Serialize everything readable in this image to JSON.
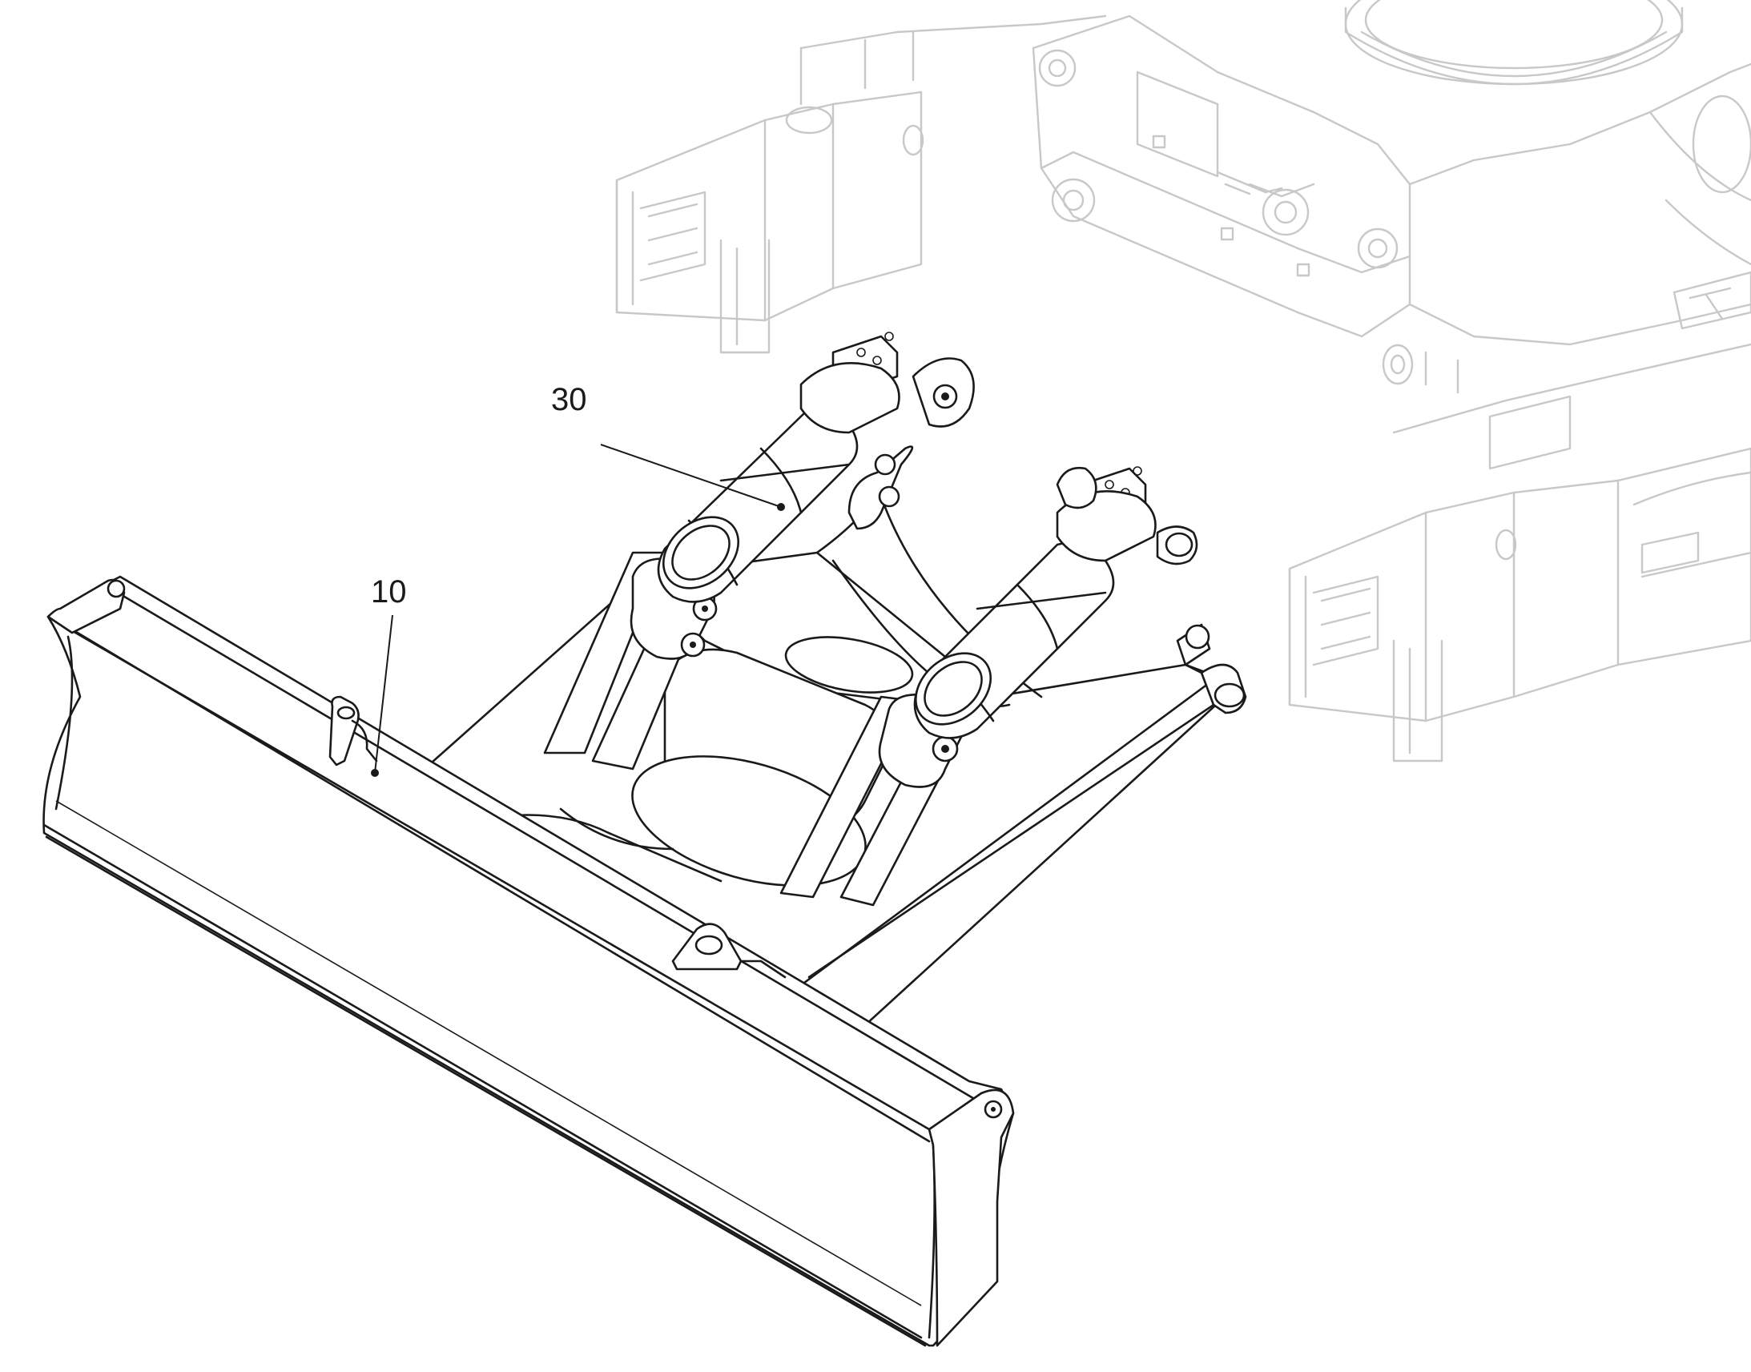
{
  "diagram": {
    "callouts": [
      {
        "id": "blade",
        "label": "10"
      },
      {
        "id": "cylinder",
        "label": "30"
      }
    ],
    "colors": {
      "ink": "#1a1a1a",
      "ghost_frame": "#c8c8c8",
      "background": "#ffffff"
    }
  }
}
